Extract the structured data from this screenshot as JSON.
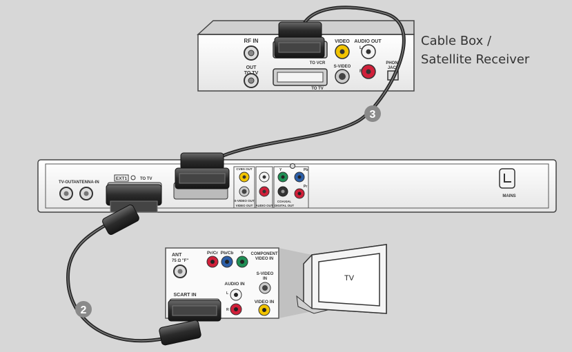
{
  "cable_box": {
    "label_line1": "Cable Box /",
    "label_line2": "Satellite Receiver",
    "rf_in": "RF IN",
    "out_to_tv_1": "OUT",
    "out_to_tv_2": "TO TV",
    "video": "VIDEO",
    "audio_out": "AUDIO OUT",
    "s_video": "S-VIDEO",
    "phone_jack_1": "PHONE",
    "phone_jack_2": "JACK",
    "scart_to_vcr": "TO VCR",
    "scart_to_tv": "TO TV",
    "l": "L",
    "r": "R"
  },
  "recorder": {
    "tv_out": "TV-OUT",
    "antenna_in": "ANTENNA-IN",
    "ext1": "EXT1",
    "to_tv": "TO TV",
    "cvbs_out": "CVBS OUT",
    "video_out": "VIDEO OUT",
    "s_video_out": "S-VIDEO OUT",
    "audio_out": "AUDIO OUT",
    "coaxial": "COAXIAL",
    "digital_out": "DIGITAL OUT",
    "mains": "MAINS",
    "y": "Y",
    "pb": "Pb",
    "pr": "Pr"
  },
  "tv_panel": {
    "ant": "ANT",
    "ant_ohm": "75 Ω \"F\"",
    "pr_cr": "Pr/Cr",
    "pb_cb": "Pb/Cb",
    "y": "Y",
    "component_1": "COMPONENT",
    "component_2": "VIDEO IN",
    "s_video_1": "S-VIDEO",
    "s_video_2": "IN",
    "audio_in": "AUDIO IN",
    "video_in": "VIDEO IN",
    "scart_in": "SCART IN",
    "l": "L",
    "r": "R"
  },
  "tv": {
    "label": "TV"
  },
  "steps": {
    "two": "2",
    "three": "3"
  },
  "colors": {
    "background": "#d7d7d7",
    "device_body": "#f2f2f2",
    "cable": "#2a2a2a",
    "step_badge": "#8a8a8a",
    "jack_yellow": "#f2c400",
    "jack_red": "#d0203a",
    "jack_green": "#1f8f55",
    "jack_blue": "#2c5fa8"
  }
}
